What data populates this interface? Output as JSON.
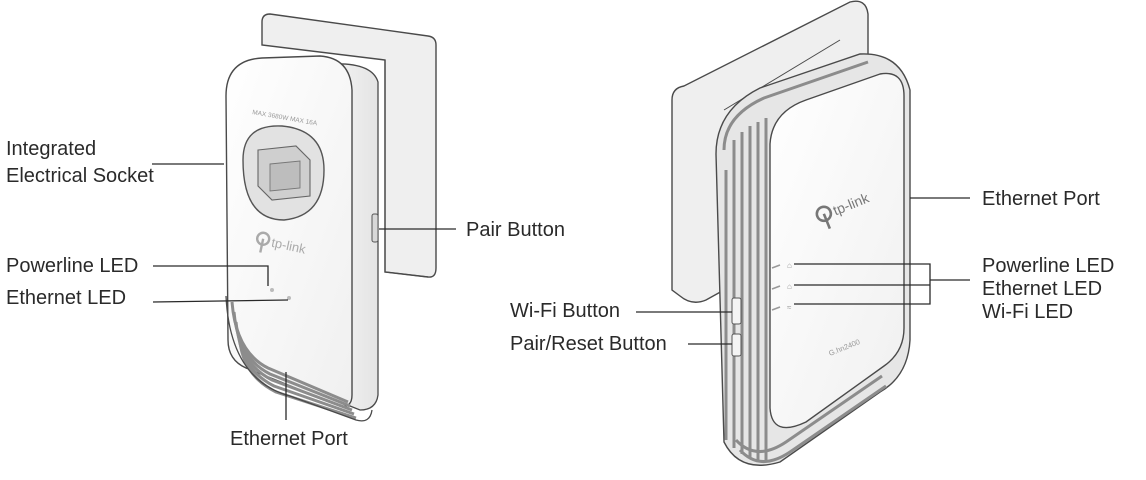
{
  "left_device": {
    "socket_label": "Integrated\nElectrical Socket",
    "socket_label_line1": "Integrated",
    "socket_label_line2": "Electrical Socket",
    "pair_button_label": "Pair Button",
    "powerline_led_label": "Powerline LED",
    "ethernet_led_label": "Ethernet LED",
    "ethernet_port_label": "Ethernet Port",
    "brand": "tp-link",
    "socket_rating": "MAX 3680W MAX 16A"
  },
  "right_device": {
    "ethernet_port_label": "Ethernet Port",
    "powerline_led_label": "Powerline LED",
    "ethernet_led_label": "Ethernet LED",
    "wifi_led_label": "Wi-Fi LED",
    "wifi_button_label": "Wi-Fi Button",
    "pair_reset_button_label": "Pair/Reset Button",
    "brand": "tp-link",
    "model": "G.hn2400"
  },
  "colors": {
    "line": "#2a2a2a",
    "device_body": "#ffffff",
    "device_outline": "#4a4a4a",
    "fin_gray": "#9a9a9a",
    "plate": "#f1f1f1"
  }
}
